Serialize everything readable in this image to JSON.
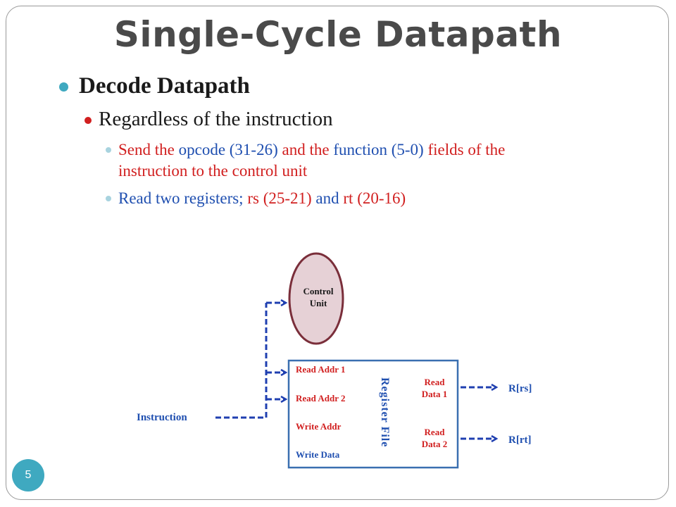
{
  "slide": {
    "title": "Single-Cycle Datapath",
    "page_number": "5",
    "bullets": {
      "level1": "Decode Datapath",
      "level2": "Regardless of the instruction",
      "item1": {
        "part1": "Send the ",
        "part2": "opcode (31-26) ",
        "part3": "and the ",
        "part4": "function (5-0) ",
        "part5": "fields of the",
        "part6": "instruction to the control unit"
      },
      "item2": {
        "part1": "Read two registers; ",
        "part2": "rs (25-21) ",
        "part3": "and ",
        "part4": "rt (20-16)"
      }
    }
  },
  "diagram": {
    "control_unit": {
      "line1": "Control",
      "line2": "Unit"
    },
    "register_file": {
      "label": "Register File",
      "read_addr_1": "Read Addr 1",
      "read_addr_2": "Read Addr 2",
      "write_addr": "Write Addr",
      "write_data": "Write Data",
      "read_data_1": {
        "line1": "Read",
        "line2": "Data 1"
      },
      "read_data_2": {
        "line1": "Read",
        "line2": "Data 2"
      }
    },
    "instruction_label": "Instruction",
    "output_rs": "R[rs]",
    "output_rt": "R[rt]",
    "colors": {
      "wire": "#1f3fb0",
      "register_file_border": "#3a6fb0",
      "control_unit_fill": "#e6d1d6",
      "control_unit_border": "#7a2e3a",
      "red_text": "#d11f1f",
      "blue_text": "#1f4fb0"
    }
  }
}
